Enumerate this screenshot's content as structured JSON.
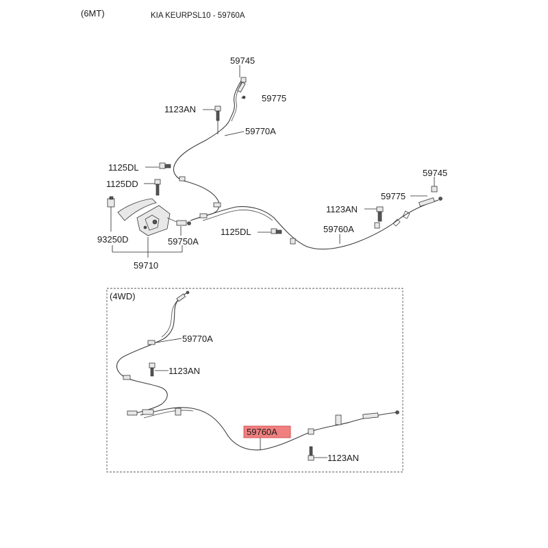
{
  "header": {
    "variant": "(6MT)",
    "title": "KIA KEURPSL10 - 59760A"
  },
  "top": {
    "labels": {
      "p59745_a": "59745",
      "p59775_a": "59775",
      "p1123an_a": "1123AN",
      "p59770a": "59770A",
      "p1125dl_a": "1125DL",
      "p1125dd": "1125DD",
      "p93250d": "93250D",
      "p59750a": "59750A",
      "p59710": "59710",
      "p59745_b": "59745",
      "p59775_b": "59775",
      "p1123an_b": "1123AN",
      "p1125dl_b": "1125DL",
      "p59760a": "59760A"
    }
  },
  "bottom": {
    "box_label": "(4WD)",
    "labels": {
      "p59770a": "59770A",
      "p1123an_a": "1123AN",
      "p59760a": "59760A",
      "p1123an_b": "1123AN"
    },
    "highlight_color": "#f08080",
    "highlight_border": "#d04040"
  }
}
